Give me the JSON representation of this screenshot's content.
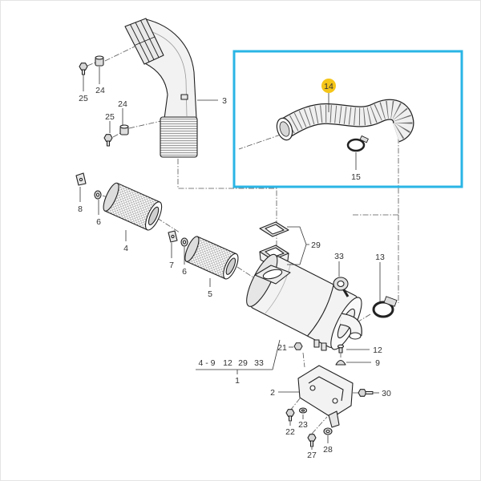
{
  "diagram": {
    "highlight_color": "#2ab5e5",
    "marker_color": "#f5c518",
    "callouts": {
      "p3": "3",
      "p24_top": "24",
      "p25_top": "25",
      "p24_mid": "24",
      "p25_mid": "25",
      "p14": "14",
      "p15": "15",
      "p8": "8",
      "p6_left": "6",
      "p4": "4",
      "p7": "7",
      "p6_right": "6",
      "p5": "5",
      "p29": "29",
      "p33": "33",
      "p13": "13",
      "p21": "21",
      "p12": "12",
      "p9": "9",
      "p2": "2",
      "p30": "30",
      "p23": "23",
      "p22": "22",
      "p28": "28",
      "p27": "27"
    },
    "assembly": {
      "label": "1",
      "members": [
        "4 - 9",
        "12",
        "29",
        "33"
      ]
    }
  }
}
